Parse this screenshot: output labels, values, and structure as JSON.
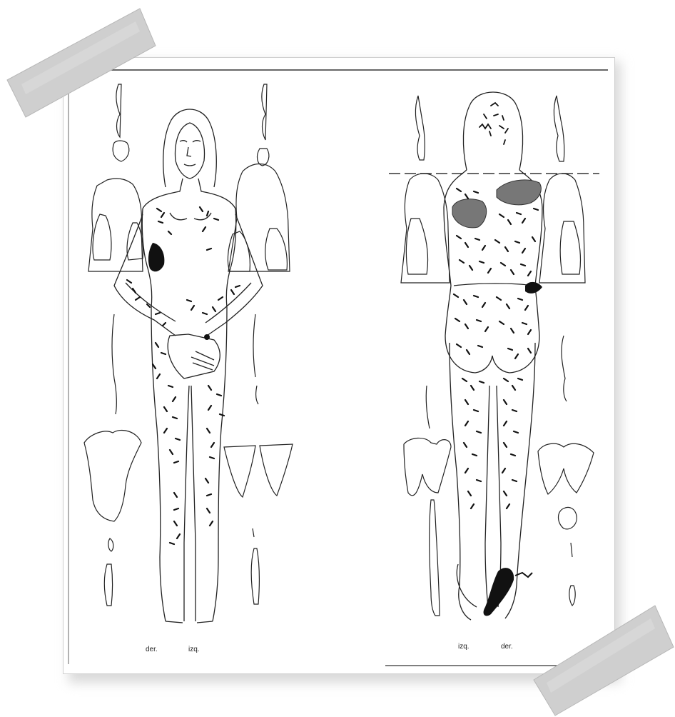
{
  "labels": {
    "front_left": "der.",
    "front_right": "izq.",
    "back_left": "izq.",
    "back_right": "der."
  }
}
